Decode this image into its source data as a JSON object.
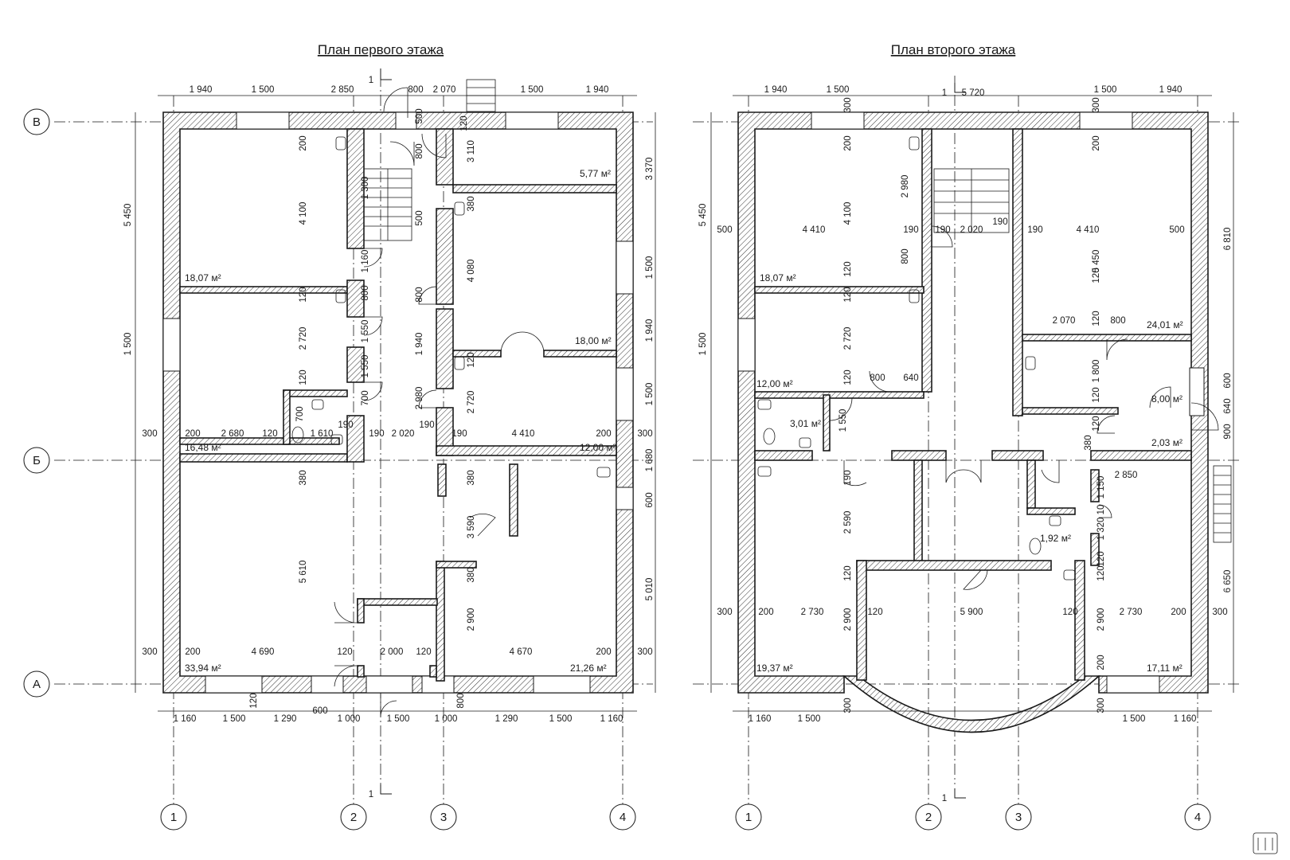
{
  "plans": [
    {
      "title": "План первого этажа",
      "axis_rows": [
        "В",
        "Б",
        "А"
      ],
      "axis_cols": [
        "1",
        "2",
        "3",
        "4"
      ],
      "section_mark": "1",
      "top_dims": [
        "1 940",
        "1 500",
        "2 850",
        "800",
        "2 070",
        "1 500",
        "1 940"
      ],
      "bottom_dims": [
        "1 160",
        "1 500",
        "1 290",
        "600",
        "1 000",
        "1 500",
        "1 000",
        "1 290",
        "1 500",
        "1 160"
      ],
      "left_dims": [
        "5 450",
        "1 500"
      ],
      "right_dims": [
        "3 370",
        "1 500",
        "1 940",
        "1 500",
        "1 680",
        "600",
        "5 010"
      ],
      "inner_dims": [
        "300",
        "200",
        "2 680",
        "120",
        "1 610",
        "190",
        "190",
        "2 020",
        "190",
        "190",
        "4 410",
        "200",
        "300",
        "300",
        "200",
        "4 690",
        "120",
        "2 000",
        "120",
        "4 670",
        "200",
        "300",
        "4 100",
        "2 720",
        "5 610",
        "4 080",
        "2 720",
        "3 590",
        "2 900",
        "1 940",
        "200",
        "120",
        "120",
        "380",
        "380",
        "380",
        "380",
        "120",
        "120",
        "800",
        "1 160",
        "800",
        "1 550",
        "1 550",
        "700",
        "700",
        "800",
        "800",
        "2 980",
        "1 300",
        "3 110",
        "500",
        "120",
        "500"
      ],
      "areas": [
        "18,07 м²",
        "5,77 м²",
        "18,00 м²",
        "16,48 м²",
        "12,00 м²",
        "33,94 м²",
        "21,26 м²"
      ]
    },
    {
      "title": "План второго этажа",
      "axis_rows": [],
      "axis_cols": [
        "1",
        "2",
        "3",
        "4"
      ],
      "section_mark": "1",
      "top_dims": [
        "1 940",
        "1 500",
        "5 720",
        "1 500",
        "1 940"
      ],
      "bottom_dims": [
        "1 160",
        "1 500",
        "1 500",
        "1 160"
      ],
      "left_dims": [
        "5 450",
        "1 500"
      ],
      "right_dims": [
        "6 810",
        "600",
        "640",
        "900",
        "6 650"
      ],
      "inner_dims": [
        "500",
        "4 410",
        "190",
        "190",
        "2 020",
        "190",
        "190",
        "4 410",
        "500",
        "300",
        "200",
        "2 730",
        "120",
        "5 900",
        "120",
        "2 730",
        "200",
        "300",
        "4 100",
        "2 720",
        "2 590",
        "2 900",
        "2 980",
        "5 450",
        "1 800",
        "2 070",
        "800",
        "800",
        "640",
        "800",
        "2 850",
        "1 150",
        "1 320",
        "2 900",
        "300",
        "300",
        "200",
        "200",
        "120",
        "120",
        "120",
        "120",
        "190",
        "1 550",
        "380",
        "120",
        "120",
        "120",
        "120",
        "120",
        "200",
        "120",
        "10",
        "300",
        "300"
      ],
      "areas": [
        "18,07 м²",
        "24,01 м²",
        "12,00 м²",
        "8,00 м²",
        "3,01 м²",
        "2,03 м²",
        "1,92 м²",
        "19,37 м²",
        "17,11 м²"
      ]
    }
  ]
}
